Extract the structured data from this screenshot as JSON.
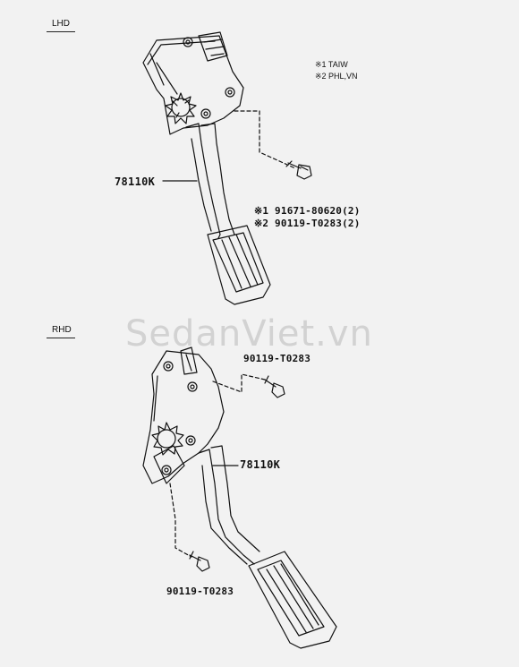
{
  "sections": {
    "lhd": "LHD",
    "rhd": "RHD"
  },
  "notes": {
    "line1": "※1 TAIW",
    "line2": "※2 PHL,VN"
  },
  "lhd_parts": {
    "assembly": "78110K",
    "bolt_ref1": "※1 91671-80620(2)",
    "bolt_ref2": "※2 90119-T0283(2)"
  },
  "rhd_parts": {
    "bolt_top": "90119-T0283",
    "assembly": "78110K",
    "bolt_bottom": "90119-T0283"
  },
  "watermark": "SedanViet.vn"
}
